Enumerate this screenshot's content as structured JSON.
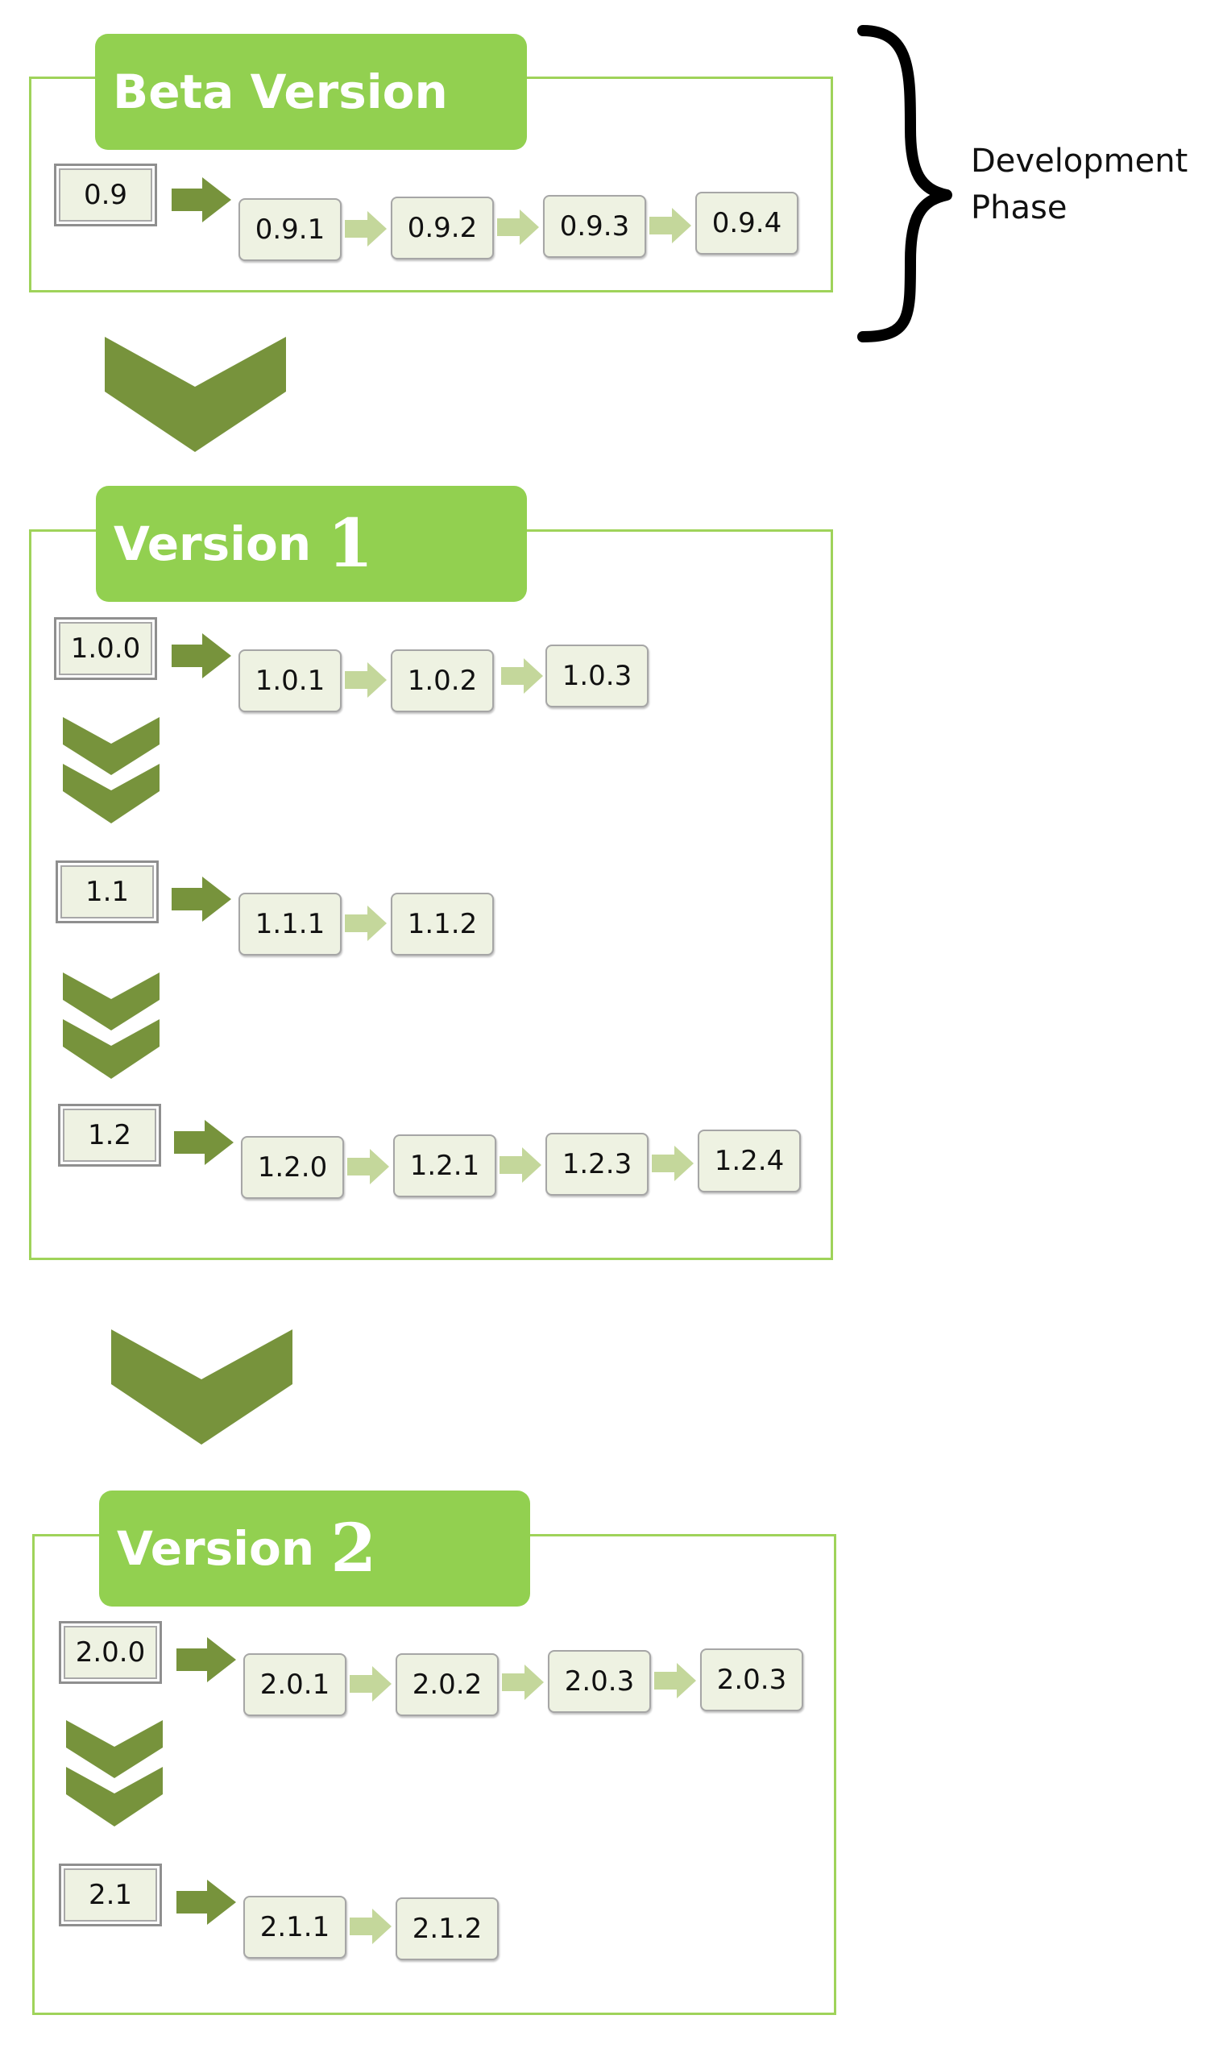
{
  "annotation": {
    "line1": "Development",
    "line2": "Phase"
  },
  "colors": {
    "banner": "#92d050",
    "frame": "#9fd35a",
    "big_chevron": "#77933c",
    "dark_arrow": "#77933c",
    "light_arrow": "#c4d79b",
    "box_fill": "#eef2e2"
  },
  "icons": {
    "brace": "curly-brace-icon",
    "flow": "arrow-right-icon",
    "step": "light-arrow-right-icon",
    "big_down": "chevron-down-icon",
    "double_down": "double-chevron-down-icon"
  },
  "phases": [
    {
      "title": "Beta Version",
      "number": "",
      "rows": [
        {
          "root": "0.9",
          "subs": [
            "0.9.1",
            "0.9.2",
            "0.9.3",
            "0.9.4"
          ]
        }
      ]
    },
    {
      "title": "Version",
      "number": "1",
      "rows": [
        {
          "root": "1.0.0",
          "subs": [
            "1.0.1",
            "1.0.2",
            "1.0.3"
          ]
        },
        {
          "root": "1.1",
          "subs": [
            "1.1.1",
            "1.1.2"
          ]
        },
        {
          "root": "1.2",
          "subs": [
            "1.2.0",
            "1.2.1",
            "1.2.3",
            "1.2.4"
          ]
        }
      ]
    },
    {
      "title": "Version",
      "number": "2",
      "rows": [
        {
          "root": "2.0.0",
          "subs": [
            "2.0.1",
            "2.0.2",
            "2.0.3",
            "2.0.3"
          ]
        },
        {
          "root": "2.1",
          "subs": [
            "2.1.1",
            "2.1.2"
          ]
        }
      ]
    }
  ]
}
